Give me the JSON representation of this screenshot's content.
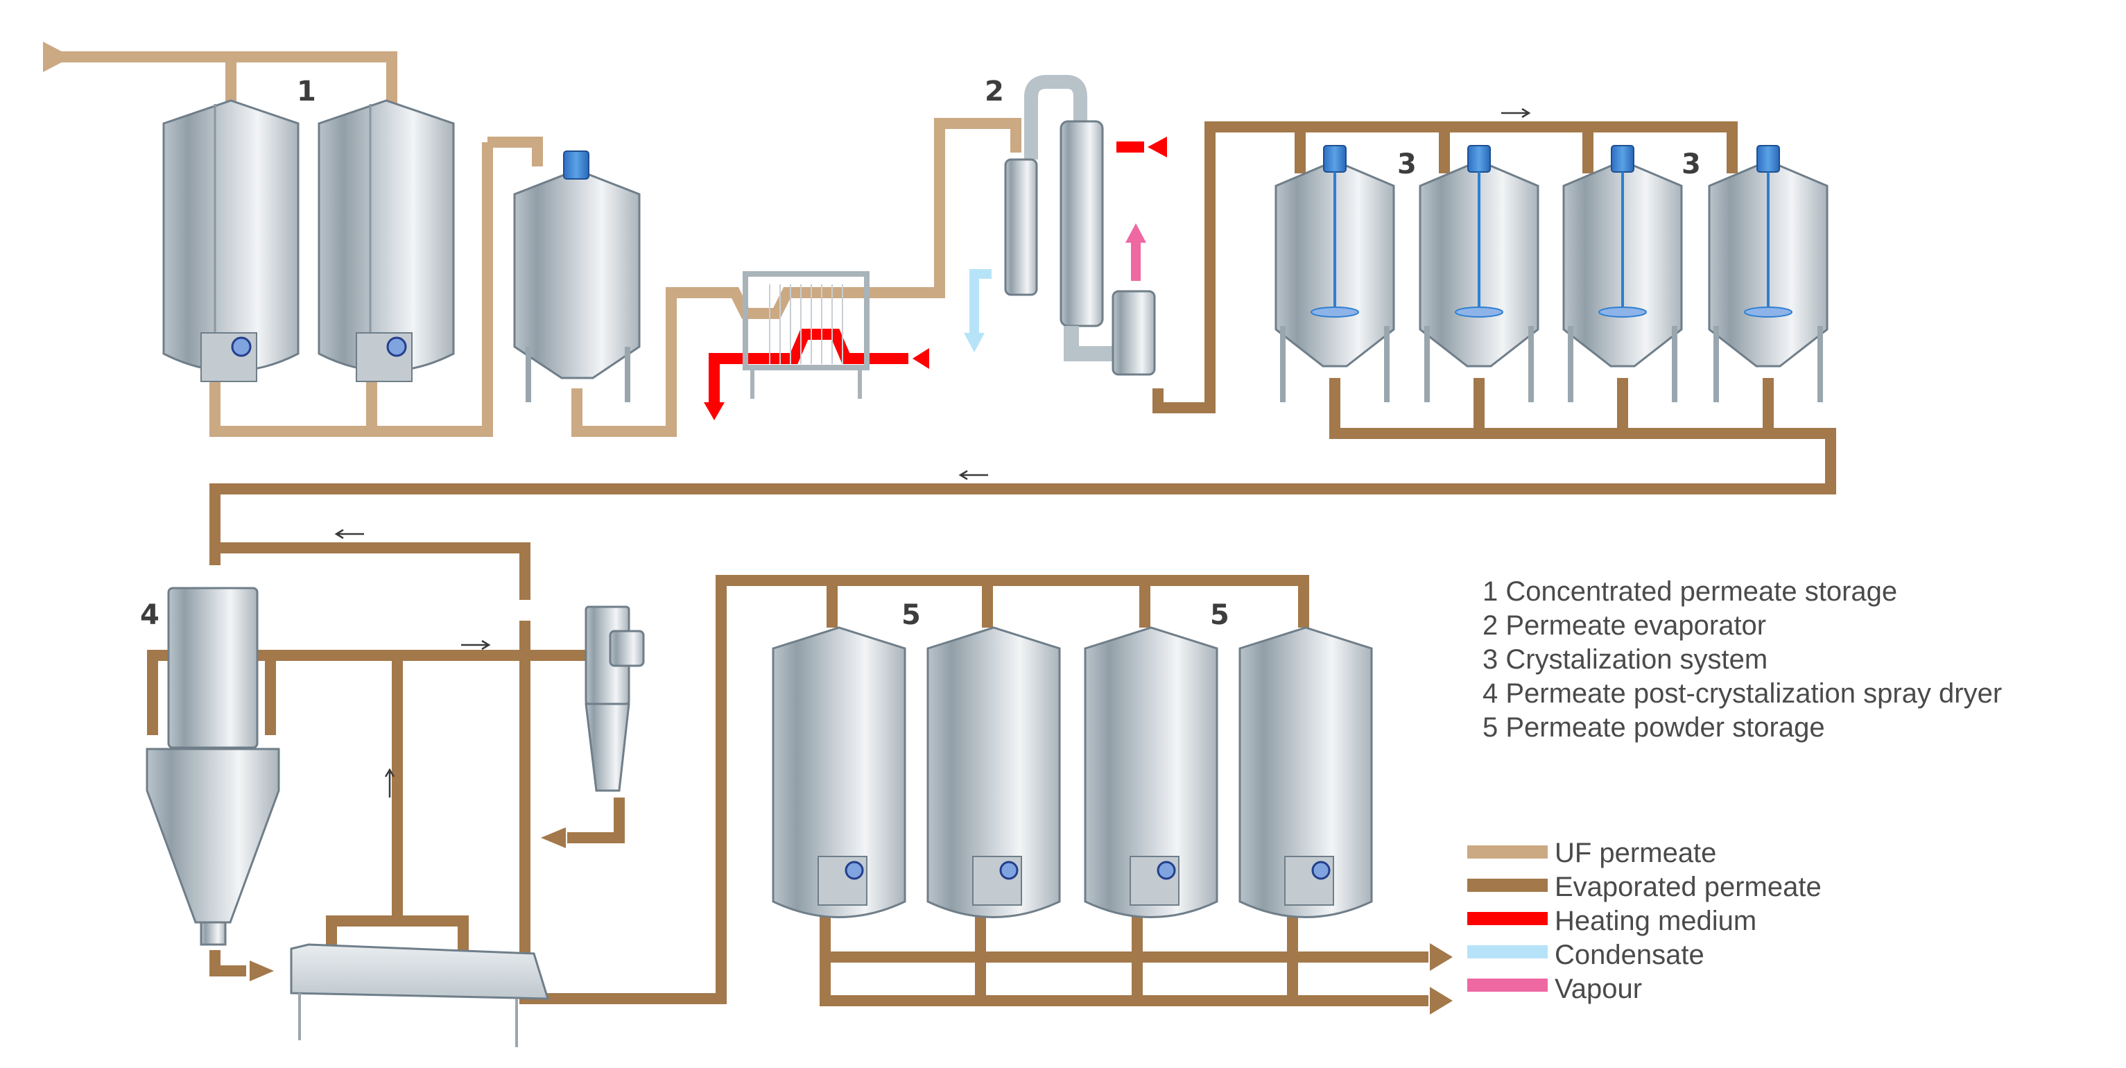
{
  "colors": {
    "uf_permeate": "#CBA983",
    "evaporated_permeate": "#A3784A",
    "heating_medium": "#FF0000",
    "condensate": "#B6E3F8",
    "vapour": "#EE68A2",
    "steel_dark": "#8E9BA5",
    "steel_light": "#EEF1F3",
    "steel_outline": "#6F7E89",
    "agitator_blue": "#2E7FD0",
    "label_text": "#3D3D3D"
  },
  "equipment_labels": {
    "storage_1": "1",
    "evaporator_2": "2",
    "crystallizer_3a": "3",
    "crystallizer_3b": "3",
    "dryer_4": "4",
    "powder_5a": "5",
    "powder_5b": "5"
  },
  "key": [
    {
      "number": "1",
      "label": "1 Concentrated permeate storage"
    },
    {
      "number": "2",
      "label": "2 Permeate evaporator"
    },
    {
      "number": "3",
      "label": "3 Crystalization system"
    },
    {
      "number": "4",
      "label": "4 Permeate post-crystalization spray dryer"
    },
    {
      "number": "5",
      "label": "5 Permeate powder storage"
    }
  ],
  "legend": [
    {
      "label": "UF permeate",
      "color": "#CBA983"
    },
    {
      "label": "Evaporated permeate",
      "color": "#A3784A"
    },
    {
      "label": "Heating medium",
      "color": "#FF0000"
    },
    {
      "label": "Condensate",
      "color": "#B6E3F8"
    },
    {
      "label": "Vapour",
      "color": "#EE68A2"
    }
  ]
}
